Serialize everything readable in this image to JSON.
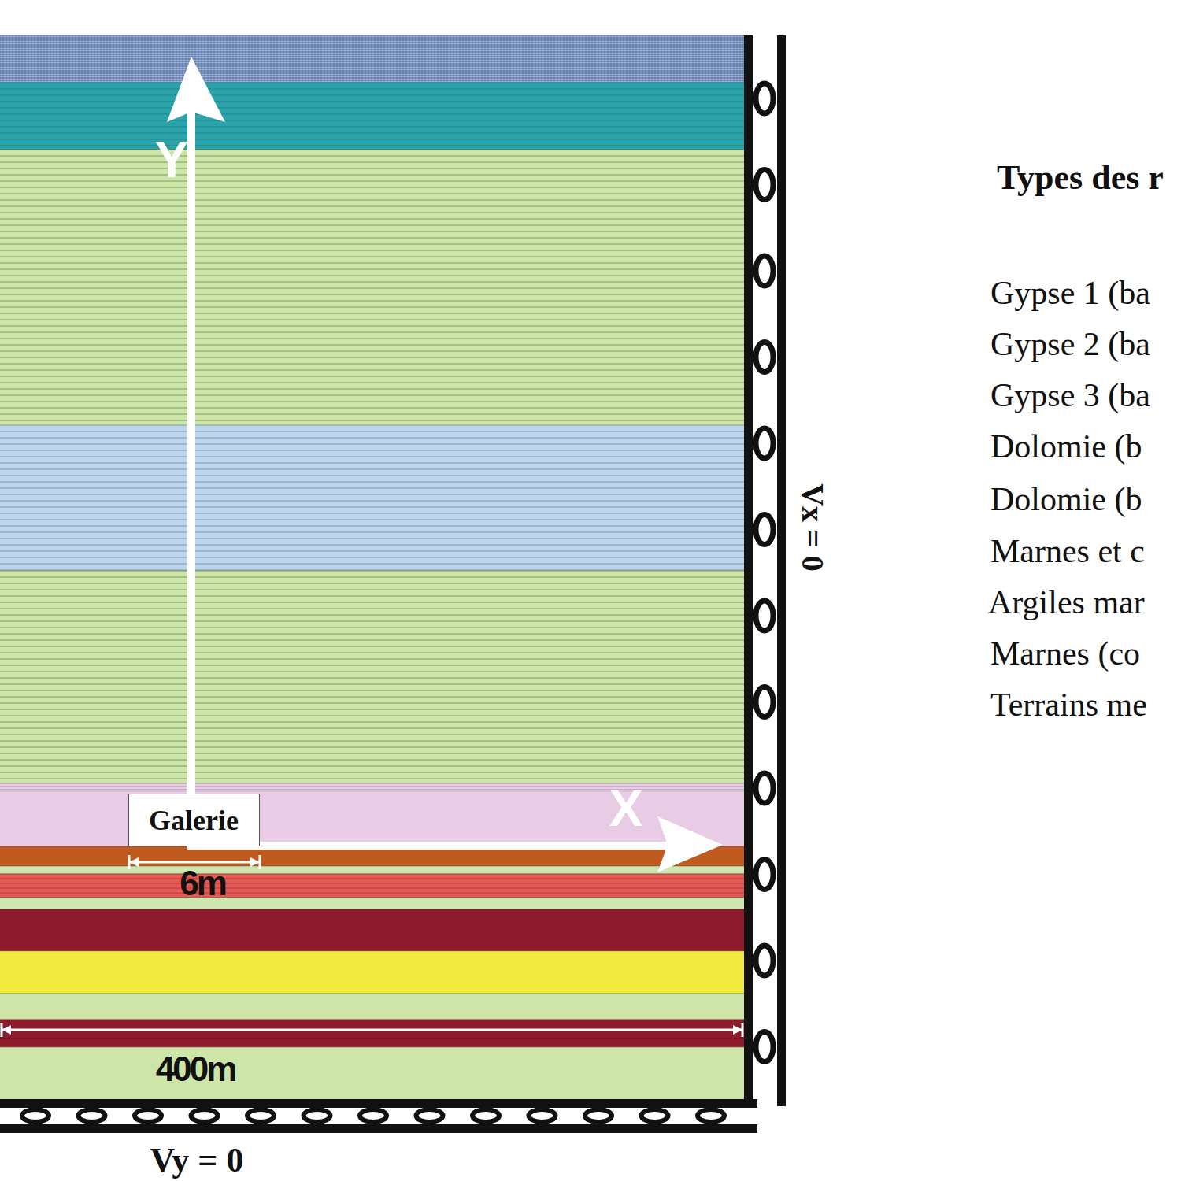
{
  "diagram": {
    "nodes": [
      {
        "text": [
          "Galerie"
        ]
      }
    ],
    "labels": [
      "Y",
      "X",
      "6m",
      "400m",
      "Vx = 0",
      "Vy = 0",
      "Types des r",
      "Gypse 1 (ba",
      "Gypse 2 (ba",
      "Gypse 3 (ba",
      "Dolomie (b",
      "Dolomie (b",
      "Marnes et c",
      "Argiles mar",
      "Marnes (co",
      "Terrains me"
    ]
  }
}
